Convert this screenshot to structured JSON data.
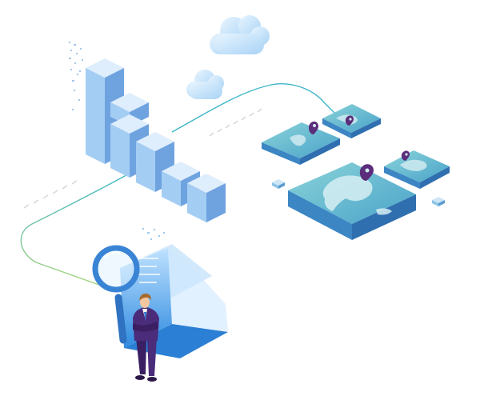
{
  "illustration": {
    "background": "#ffffff",
    "colors": {
      "bar_light": "#cfe6fb",
      "bar_mid": "#8fc1ef",
      "bar_dark": "#5b90d8",
      "cloud": "#bfe0fb",
      "connector_teal": "#3fb6c9",
      "connector_green": "#9fd27a",
      "map_top": "#6fc3d2",
      "map_side": "#3a7fbe",
      "land": "#cfe9ee",
      "pin": "#5b2d7a",
      "suit": "#4a2c7a",
      "skin": "#f2c7a0",
      "hair": "#a66a2c",
      "doc_blue": "#3d9be9",
      "glass_ring": "#3a84d6"
    },
    "elements": {
      "bar_chart": "isometric-bar-chart",
      "clouds": [
        "cloud-icon",
        "cloud-icon"
      ],
      "maps": [
        "map-tile",
        "map-tile",
        "map-tile",
        "world-map-tile"
      ],
      "pins": [
        "map-pin-icon",
        "map-pin-icon",
        "map-pin-icon",
        "map-pin-icon"
      ],
      "magnifier": "magnifying-glass-icon",
      "document": "data-document",
      "person": "businessman-figure"
    }
  }
}
